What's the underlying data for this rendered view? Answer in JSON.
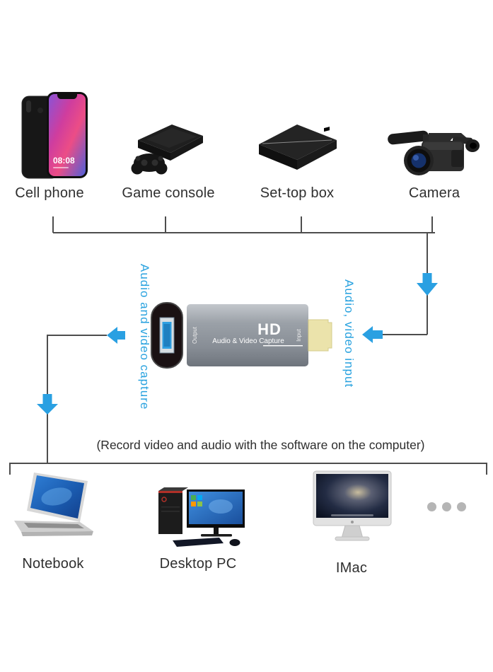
{
  "colors": {
    "accent_blue": "#2AA0E2",
    "flow_text_blue": "#29A2DF",
    "line_gray": "#4D4D4D",
    "label_text": "#2F2F2F",
    "dots_gray": "#B5B5B5",
    "device_body_gray": "#8F959C",
    "hdmi_plug": "#EBE3AB",
    "usb_blue": "#2E9FE2"
  },
  "sources": {
    "items": [
      {
        "label": "Cell phone",
        "clock": "08:08"
      },
      {
        "label": "Game console"
      },
      {
        "label": "Set-top box"
      },
      {
        "label": "Camera"
      }
    ]
  },
  "capture_device": {
    "hd_logo": "HD",
    "product_name": "Audio & Video Capture",
    "output_label": "Output",
    "input_label": "Input",
    "left_flow_label": "Audio and video capture",
    "right_flow_label": "Audio, video input"
  },
  "caption": "(Record video and audio with the software on the computer)",
  "computers": {
    "items": [
      {
        "label": "Notebook"
      },
      {
        "label": "Desktop PC"
      },
      {
        "label": "IMac"
      }
    ]
  },
  "icons": {
    "more_devices": "ellipsis-dots",
    "flow_arrows": "blue-block-arrows"
  }
}
